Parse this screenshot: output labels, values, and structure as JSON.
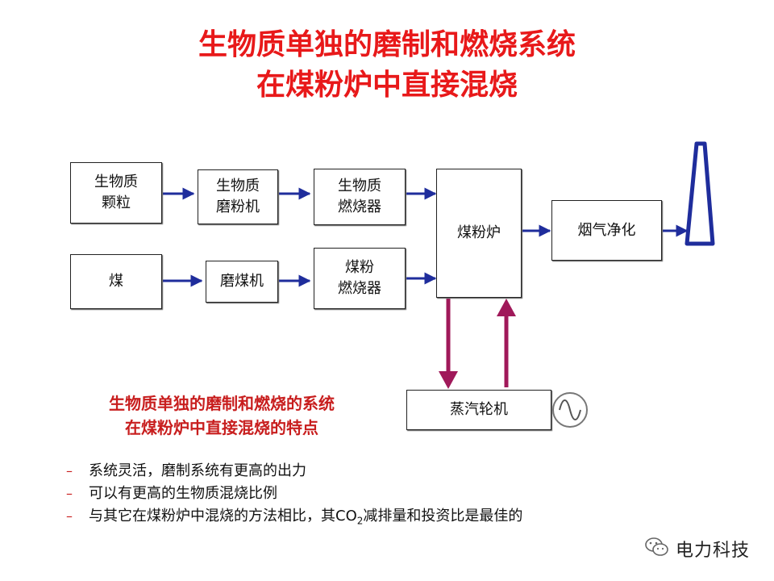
{
  "title": {
    "line1": "生物质单独的磨制和燃烧系统",
    "line2": "在煤粉炉中直接混烧"
  },
  "boxes": {
    "biomass_pellets": "生物质\n颗粒",
    "biomass_mill": "生物质\n磨粉机",
    "biomass_burner": "生物质\n燃烧器",
    "coal": "煤",
    "coal_mill": "磨煤机",
    "coal_burner": "煤粉\n燃烧器",
    "pc_furnace": "煤粉炉",
    "flue_gas_cleaning": "烟气净化",
    "steam_turbine": "蒸汽轮机"
  },
  "features_title": {
    "line1": "生物质单独的磨制和燃烧的系统",
    "line2": "在煤粉炉中直接混烧的特点"
  },
  "bullets": {
    "marker": "–",
    "item1": "系统灵活，磨制系统有更高的出力",
    "item2": "可以有更高的生物质混烧比例",
    "item3_pre": "与其它在煤粉炉中混烧的方法相比，其CO",
    "item3_sub": "2",
    "item3_post": "减排量和投资比是最佳的"
  },
  "watermark": {
    "text": "电力科技",
    "icon": "wechat-icon"
  },
  "colors": {
    "title": "#e8191a",
    "subtitle": "#c81e1e",
    "flow_arrow": "#1f2d9c",
    "steam_arrow": "#a0195a",
    "chimney": "#1f2d9c"
  }
}
